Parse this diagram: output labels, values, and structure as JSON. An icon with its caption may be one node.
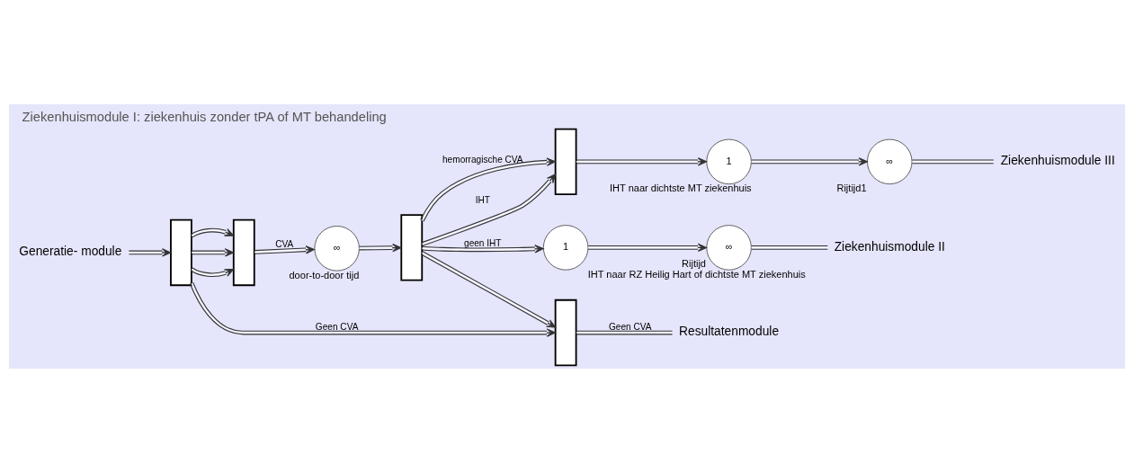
{
  "diagram": {
    "title": "Ziekenhuismodule I: ziekenhuis zonder tPA of MT behandeling",
    "nodes": [
      {
        "text": [
          "Generatie- module"
        ]
      },
      {
        "text": [],
        "shape": "box"
      },
      {
        "text": [],
        "shape": "box"
      },
      {
        "text": [
          "∞",
          "door-to-door tijd"
        ]
      },
      {
        "text": [],
        "shape": "box"
      },
      {
        "text": [],
        "shape": "box"
      },
      {
        "text": [
          "Resultatenmodule"
        ]
      },
      {
        "text": [
          "1",
          "IHT naar RZ Heilig Hart of dichtste MT ziekenhuis"
        ]
      },
      {
        "text": [
          "∞",
          "Rijtijd"
        ]
      },
      {
        "text": [
          "Ziekenhuismodule II"
        ]
      },
      {
        "text": [],
        "shape": "box"
      },
      {
        "text": [
          "1",
          "IHT naar dichtste MT ziekenhuis"
        ]
      },
      {
        "text": [
          "∞",
          "Rijtijd1"
        ]
      },
      {
        "text": [
          "Ziekenhuismodule III"
        ]
      }
    ],
    "edges": [
      {
        "from": 0,
        "to": 1,
        "arrow": "to"
      },
      {
        "from": 1,
        "to": 5,
        "arrow": "to",
        "label": "Geen CVA"
      },
      {
        "from": 1,
        "to": 2,
        "arrow": "to"
      },
      {
        "from": 1,
        "to": 2,
        "arrow": "to"
      },
      {
        "from": 1,
        "to": 2,
        "arrow": "to"
      },
      {
        "from": 2,
        "to": 3,
        "arrow": "to",
        "label": "CVA"
      },
      {
        "from": 3,
        "to": 4,
        "arrow": "to"
      },
      {
        "from": 4,
        "to": 5,
        "arrow": "to"
      },
      {
        "from": 4,
        "to": 7,
        "arrow": "to",
        "label": "geen IHT"
      },
      {
        "from": 4,
        "to": 10,
        "arrow": "to",
        "label": "IHT"
      },
      {
        "from": 4,
        "to": 10,
        "arrow": "to",
        "label": "hemorragische CVA"
      },
      {
        "from": 5,
        "to": 6,
        "arrow": "none",
        "label": "Geen CVA"
      },
      {
        "from": 7,
        "to": 8,
        "arrow": "to"
      },
      {
        "from": 8,
        "to": 9,
        "arrow": "none"
      },
      {
        "from": 10,
        "to": 11,
        "arrow": "to"
      },
      {
        "from": 11,
        "to": 12,
        "arrow": "to"
      },
      {
        "from": 12,
        "to": 13,
        "arrow": "none"
      }
    ]
  }
}
